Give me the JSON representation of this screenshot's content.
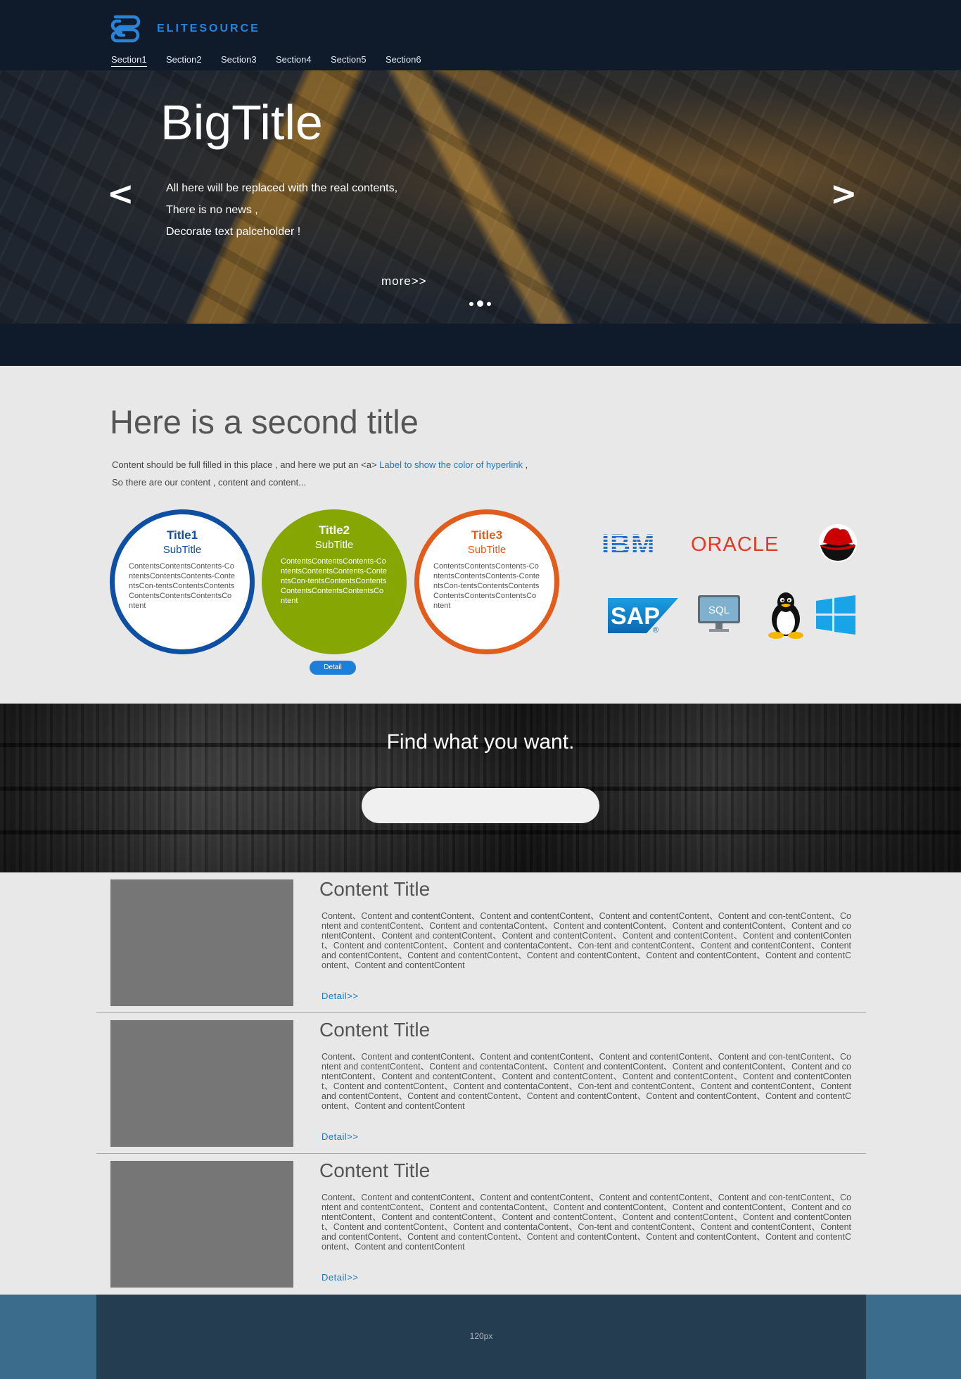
{
  "brand": {
    "name": "ELITESOURCE"
  },
  "nav": {
    "items": [
      "Section1",
      "Section2",
      "Section3",
      "Section4",
      "Section5",
      "Section6"
    ]
  },
  "hero": {
    "title": "BigTitle",
    "lines": [
      "All here will be replaced with the real contents,",
      "There is no news ,",
      "Decorate text palceholder !"
    ],
    "more": "more>>",
    "prev": "<",
    "next": ">",
    "slides": 3,
    "active_slide": 2
  },
  "second": {
    "title": "Here is a second title",
    "text_before_link": "Content should be full filled in this place , and here we put an <a> ",
    "link": "Label to show the color of hyperlink",
    "text_after_link": " ,",
    "line2": "So there are our content , content and content..."
  },
  "circles": [
    {
      "title": "Title1",
      "subtitle": "SubTitle",
      "content": "ContentsContentsContents-ContentsContentsContents-ContentsCon-tentsContentsContentsContentsContentsContentsContent",
      "color": "#0d4fa3"
    },
    {
      "title": "Title2",
      "subtitle": "SubTitle",
      "content": "ContentsContentsContents-ContentsContentsContents-ContentsCon-tentsContentsContentsContentsContentsContentsContent",
      "color": "#86a603"
    },
    {
      "title": "Title3",
      "subtitle": "SubTitle",
      "content": "ContentsContentsContents-ContentsContentsContents-ContentsCon-tentsContentsContentsContentsContentsContentsContent",
      "color": "#e25d1b"
    }
  ],
  "detail_button": "Detail",
  "logos": {
    "ibm": "IBM",
    "oracle": "ORACLE",
    "sap": "SAP",
    "sql": "SQL",
    "icons": [
      "ibm-logo-icon",
      "oracle-logo-icon",
      "redhat-logo-icon",
      "sap-logo-icon",
      "sql-server-icon",
      "linux-tux-icon",
      "windows-logo-icon"
    ]
  },
  "search": {
    "title": "Find what you want.",
    "placeholder": ""
  },
  "content_items": [
    {
      "title": "Content Title",
      "body": "Content、Content and contentContent、Content and contentContent、Content and contentContent、Content and con-tentContent、Content and contentContent、Content and contentaContent、Content and contentContent、Content and contentContent、Content and contentContent、Content and contentContent、Content and contentContent、Content and contentContent、Content and contentContent、Content and contentContent、Content and contentaContent、Con-tent and contentContent、Content and contentContent、Content and contentContent、Content and contentContent、Content and contentContent、Content and contentContent、Content and contentContent、Content and contentContent",
      "detail": "Detail>>"
    },
    {
      "title": "Content Title",
      "body": "Content、Content and contentContent、Content and contentContent、Content and contentContent、Content and con-tentContent、Content and contentContent、Content and contentaContent、Content and contentContent、Content and contentContent、Content and contentContent、Content and contentContent、Content and contentContent、Content and contentContent、Content and contentContent、Content and contentContent、Content and contentaContent、Con-tent and contentContent、Content and contentContent、Content and contentContent、Content and contentContent、Content and contentContent、Content and contentContent、Content and contentContent、Content and contentContent",
      "detail": "Detail>>"
    },
    {
      "title": "Content Title",
      "body": "Content、Content and contentContent、Content and contentContent、Content and contentContent、Content and con-tentContent、Content and contentContent、Content and contentaContent、Content and contentContent、Content and contentContent、Content and contentContent、Content and contentContent、Content and contentContent、Content and contentContent、Content and contentContent、Content and contentContent、Content and contentaContent、Con-tent and contentContent、Content and contentContent、Content and contentContent、Content and contentContent、Content and contentContent、Content and contentContent、Content and contentContent、Content and contentContent",
      "detail": "Detail>>"
    }
  ],
  "footer": {
    "text": "120px"
  },
  "colors": {
    "header_bg": "#0f1a2b",
    "link": "#1a78c2",
    "accent_blue": "#1f7fd6",
    "footer_bg": "#253d51",
    "footer_outer": "#3c6c8c"
  }
}
